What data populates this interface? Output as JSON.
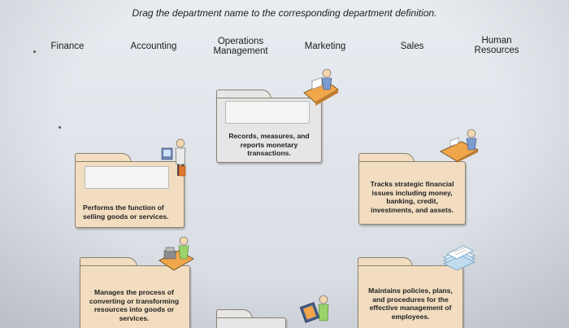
{
  "instruction": "Drag the department name to the corresponding department definition.",
  "terms": [
    "Finance",
    "Accounting",
    "Operations\nManagement",
    "Marketing",
    "Sales",
    "Human\nResources"
  ],
  "definitions": [
    "Records, measures, and\nreports monetary\ntransactions.",
    "Performs the function of\nselling goods or services.",
    "Tracks strategic financial\nissues including money,\nbanking, credit,\ninvestments, and assets.",
    "Manages the process of\nconverting or transforming\nresources into goods or\nservices.",
    "Maintains policies, plans,\nand procedures for the\neffective management of\nemployees."
  ],
  "icons": {
    "worker": "person-at-desk-icon",
    "documents": "document-stack-icon",
    "ruler": "drafting-tools-icon"
  },
  "colors": {
    "folder_tan": "#f2ddc0",
    "folder_gray": "#e6e6e6",
    "accent_orange": "#f0a64a",
    "background": "#e4e8ed"
  }
}
